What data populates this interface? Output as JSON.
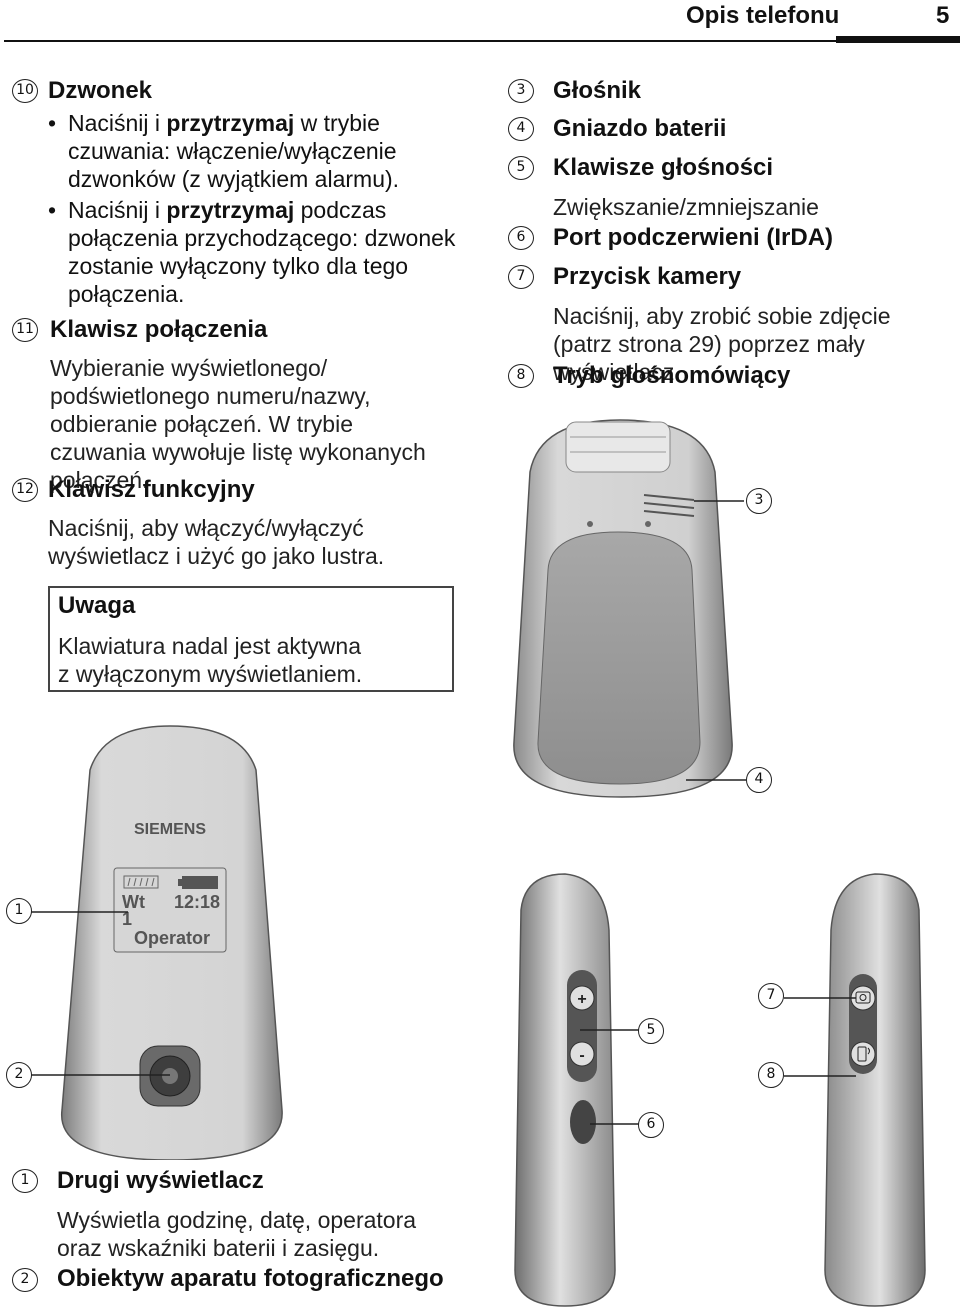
{
  "header": {
    "title": "Opis telefonu",
    "page": "5"
  },
  "left": {
    "items": [
      {
        "num": "10",
        "title": "Dzwonek",
        "bullets": [
          {
            "pre": "Naciśnij i ",
            "bold": "przytrzymaj",
            "post": " w trybie czuwania: włączenie/wyłączenie dzwonków (z wyjątkiem alarmu)."
          },
          {
            "pre": "Naciśnij i ",
            "bold": "przytrzymaj",
            "post": " podczas połączenia przychodzącego: dzwonek zostanie wyłączony tylko dla tego połączenia."
          }
        ]
      },
      {
        "num": "11",
        "title": "Klawisz połączenia",
        "text": "Wybieranie wyświetlonego/ podświetlonego numeru/nazwy, odbieranie połączeń. W trybie czuwania wywołuje listę wykonanych połączeń."
      },
      {
        "num": "12",
        "title": "Klawisz funkcyjny",
        "text": "Naciśnij, aby włączyć/wyłączyć wyświetlacz i użyć go jako lustra."
      }
    ],
    "note": {
      "title": "Uwaga",
      "text": "Klawiatura nadal jest aktywna z wyłączonym wyświetlaniem."
    }
  },
  "right": {
    "items": [
      {
        "num": "3",
        "title": "Głośnik"
      },
      {
        "num": "4",
        "title": "Gniazdo baterii"
      },
      {
        "num": "5",
        "title": "Klawisze głośności",
        "text": "Zwiększanie/zmniejszanie"
      },
      {
        "num": "6",
        "title": "Port podczerwieni (IrDA)"
      },
      {
        "num": "7",
        "title": "Przycisk kamery",
        "text": "Naciśnij, aby zrobić sobie zdjęcie (patrz strona 29) poprzez mały wyświetlacz."
      },
      {
        "num": "8",
        "title": "Tryb głośnomówiący"
      }
    ]
  },
  "bottom": {
    "items": [
      {
        "num": "1",
        "title": "Drugi wyświetlacz",
        "text": "Wyświetla godzinę, datę, operatora oraz wskaźniki baterii i zasięgu."
      },
      {
        "num": "2",
        "title": "Obiektyw aparatu fotograficznego"
      }
    ]
  },
  "figures": {
    "brand": "SIEMENS",
    "display": {
      "day": "Wt",
      "time": "12:18",
      "line2": "1",
      "operator": "Operator"
    },
    "volume_plus": "+",
    "volume_minus": "-",
    "callouts": [
      "1",
      "2",
      "3",
      "4",
      "5",
      "6",
      "7",
      "8"
    ]
  }
}
